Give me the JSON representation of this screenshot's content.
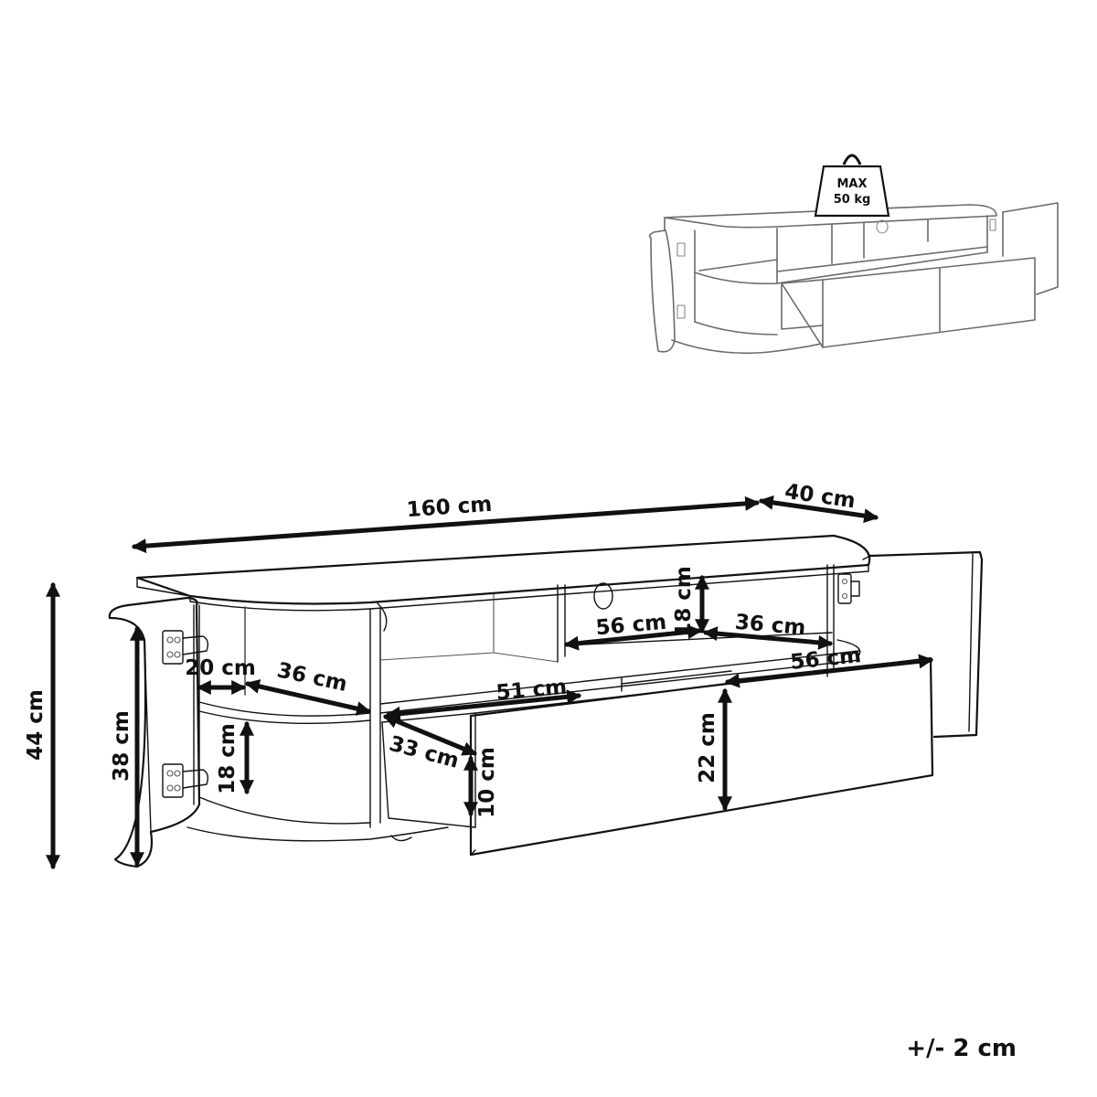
{
  "load_badge": {
    "line1": "MAX",
    "line2": "50 kg"
  },
  "dimensions": {
    "width": "160 cm",
    "depth": "40 cm",
    "height": "44 cm",
    "door_height": "38 cm",
    "side_shelf_depth": "20 cm",
    "side_shelf_width": "36 cm",
    "side_shelf_gap": "18 cm",
    "center_width": "56 cm",
    "center_height": "18 cm",
    "right_width": "36 cm",
    "drawer_total_width": "51 cm",
    "drawer_width": "56 cm",
    "drawer_depth": "33 cm",
    "drawer_side_height": "10 cm",
    "drawer_front_height": "22 cm"
  },
  "tolerance": "+/- 2 cm"
}
